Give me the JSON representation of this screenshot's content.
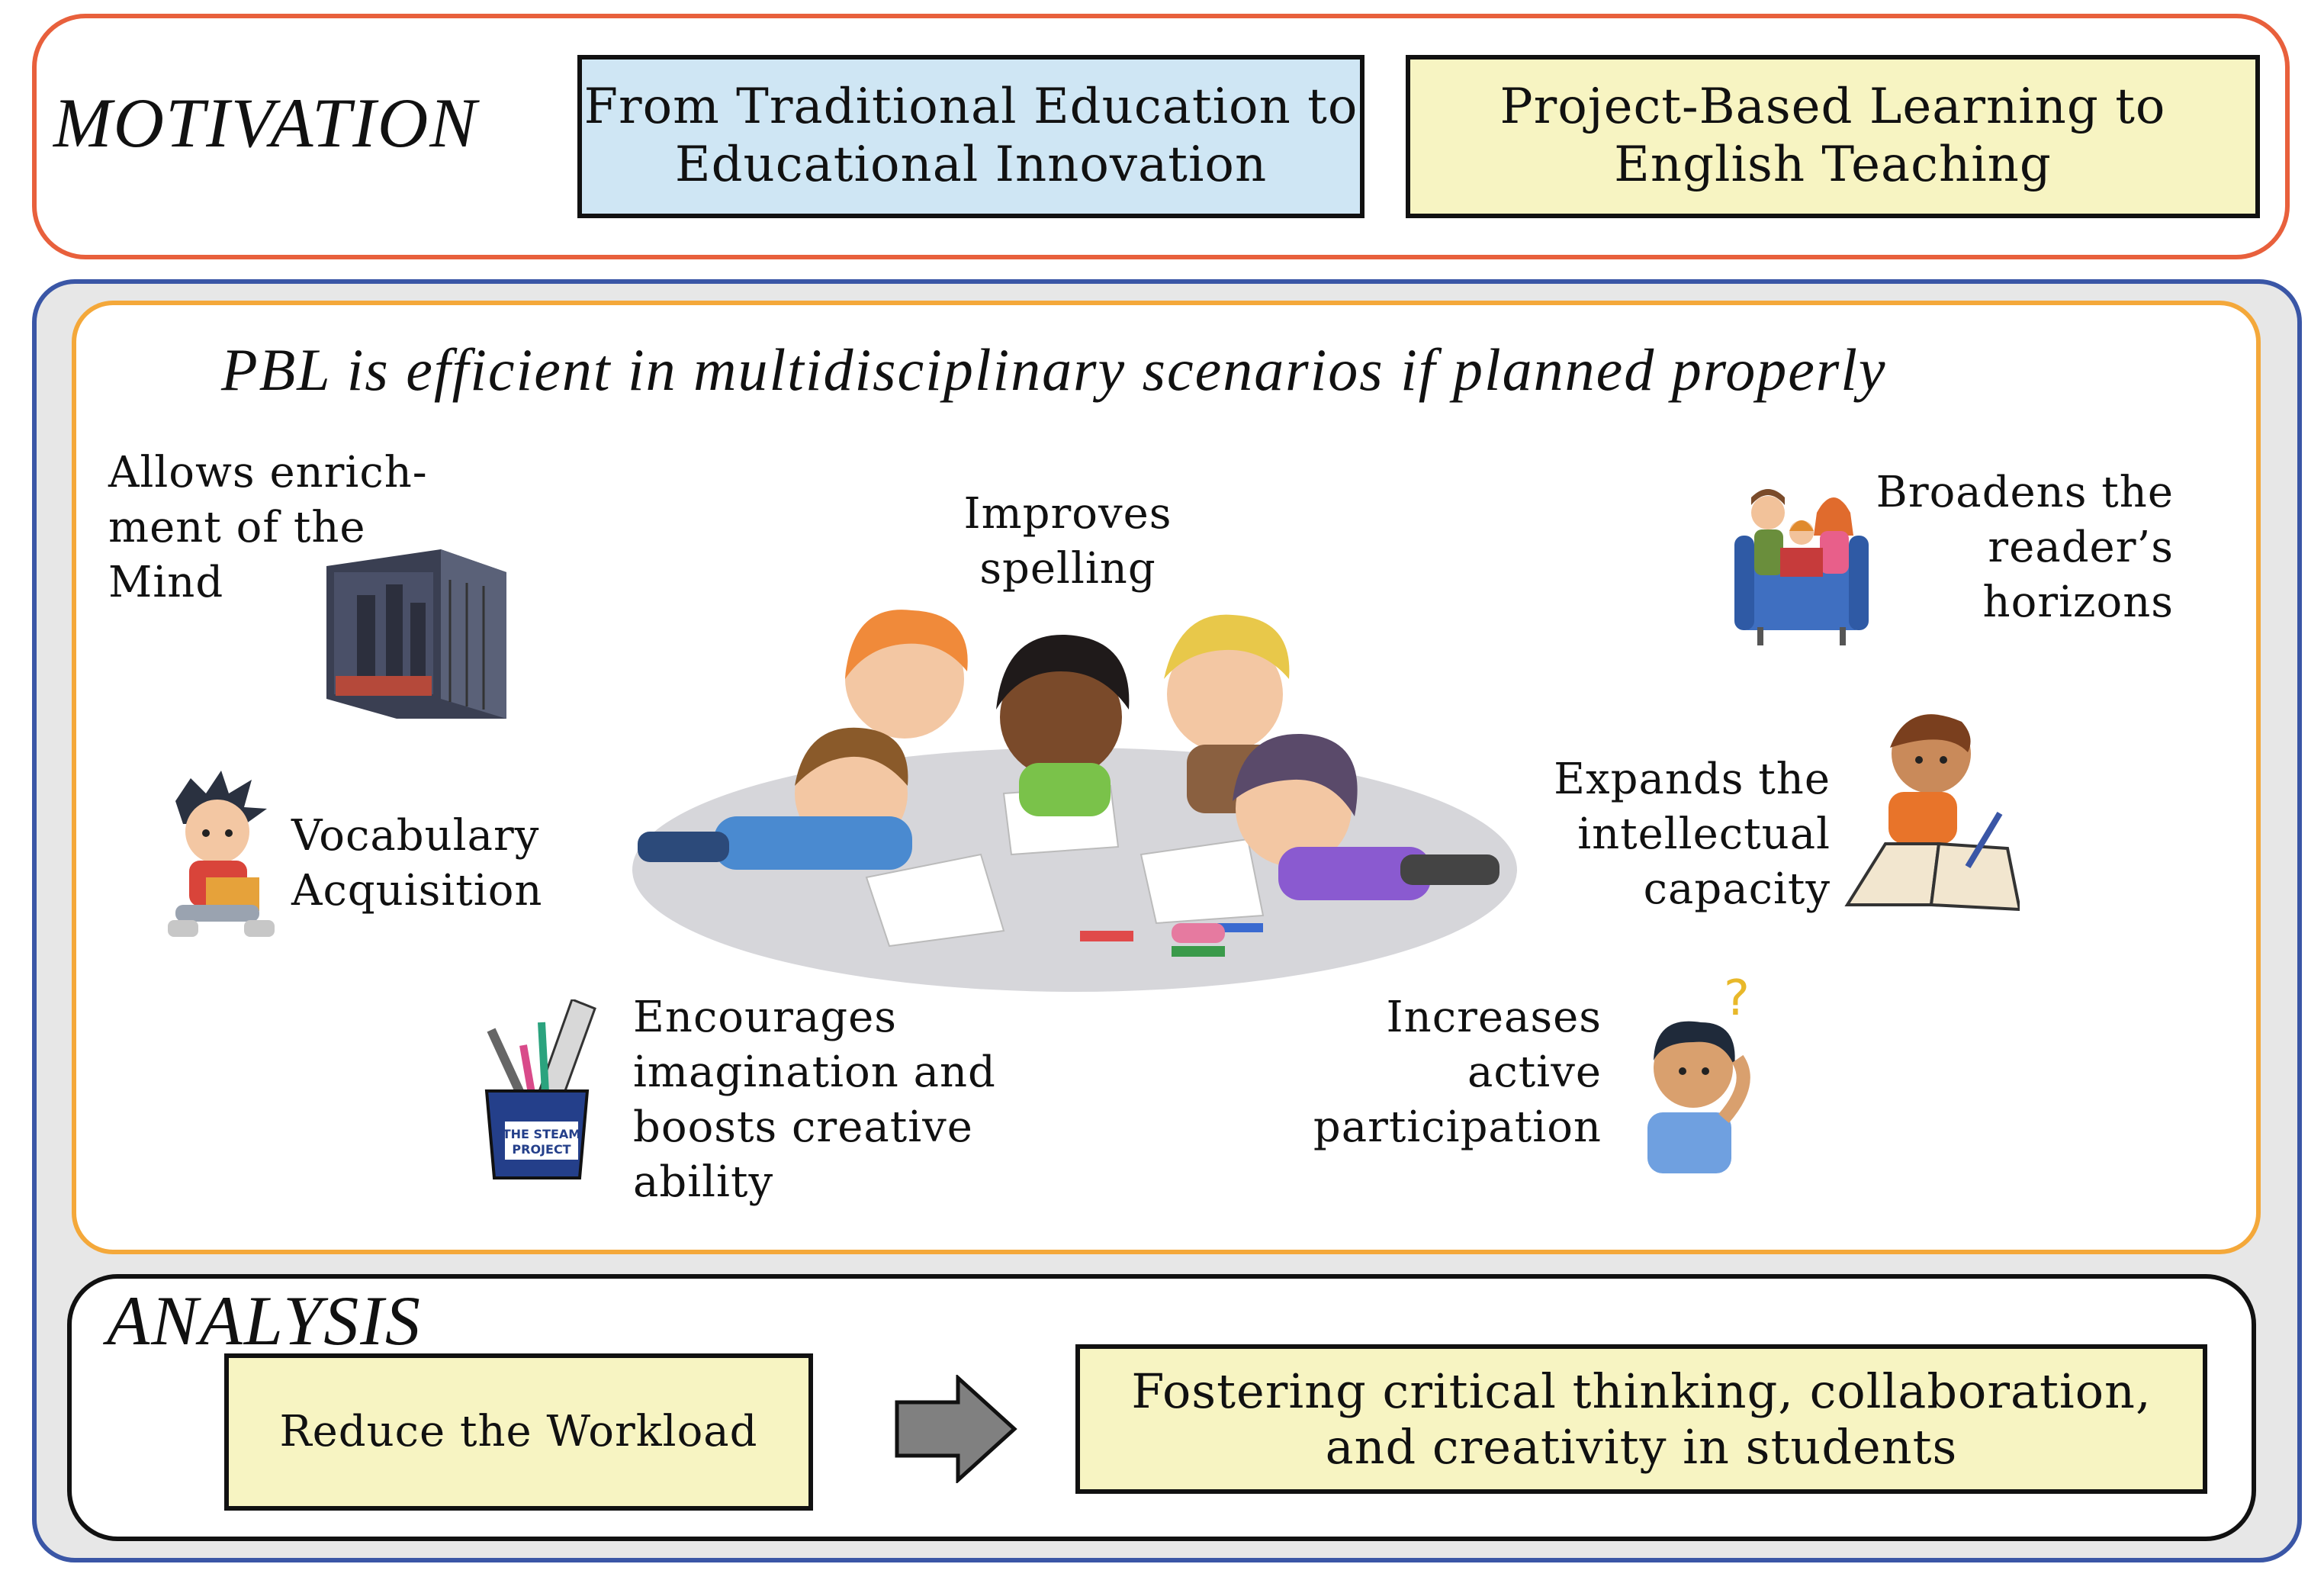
{
  "motivation": {
    "title": "MOTIVATION",
    "box_left": "From Traditional Education to Educational Innovation",
    "box_left_line1": "From Traditional Education to",
    "box_left_line2": "Educational Innovation",
    "box_right_line1": "Project-Based Learning to",
    "box_right_line2": "English Teaching"
  },
  "center": {
    "title": "PBL is efficient in multidisciplinary scenarios if planned properly",
    "benefits": {
      "enrich": [
        "Allows enrich-",
        "ment of the",
        "Mind"
      ],
      "spelling": [
        "Improves",
        "spelling"
      ],
      "broadens": [
        "Broadens the",
        "reader’s",
        "horizons"
      ],
      "vocab": [
        "Vocabulary",
        "Acquisition"
      ],
      "expands": [
        "Expands the",
        "intellectual",
        "capacity"
      ],
      "encourages": [
        "Encourages",
        "imagination and",
        "boosts creative",
        "ability"
      ],
      "increases": [
        "Increases",
        "active",
        "participation"
      ]
    },
    "steam_logo_line1": "THE STEAM",
    "steam_logo_line2": "PROJECT"
  },
  "analysis": {
    "title": "ANALYSIS",
    "box_left": "Reduce the Workload",
    "box_right_line1": "Fostering critical thinking, collaboration,",
    "box_right_line2": "and creativity in students"
  },
  "colors": {
    "motivation_border": "#e8603c",
    "outer_border": "#3a56a6",
    "inner_border": "#f4a83a",
    "blue_box": "#cfe6f4",
    "yellow_box": "#f7f4c2",
    "arrow_fill": "#808080"
  }
}
